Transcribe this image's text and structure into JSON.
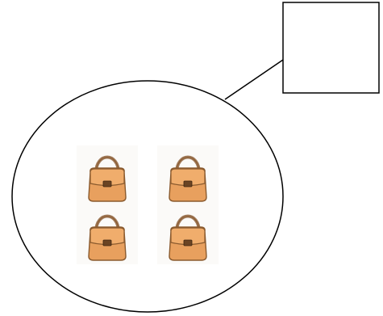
{
  "diagram": {
    "set": {
      "shape": "ellipse",
      "stroke_color": "#000000",
      "fill_color": "#ffffff",
      "items": [
        {
          "icon": "handbag-icon",
          "row": 1,
          "col": 1
        },
        {
          "icon": "handbag-icon",
          "row": 1,
          "col": 2
        },
        {
          "icon": "handbag-icon",
          "row": 2,
          "col": 1
        },
        {
          "icon": "handbag-icon",
          "row": 2,
          "col": 2
        }
      ]
    },
    "answer_box": {
      "text": "",
      "stroke_color": "#000000"
    },
    "connector": {
      "from": "set",
      "to": "answer_box",
      "stroke_color": "#000000"
    },
    "colors": {
      "bag_body": "#e8a05e",
      "bag_outline": "#8a5a2e",
      "bag_handle": "#a07a5a",
      "bag_clasp": "#6b4423"
    }
  }
}
